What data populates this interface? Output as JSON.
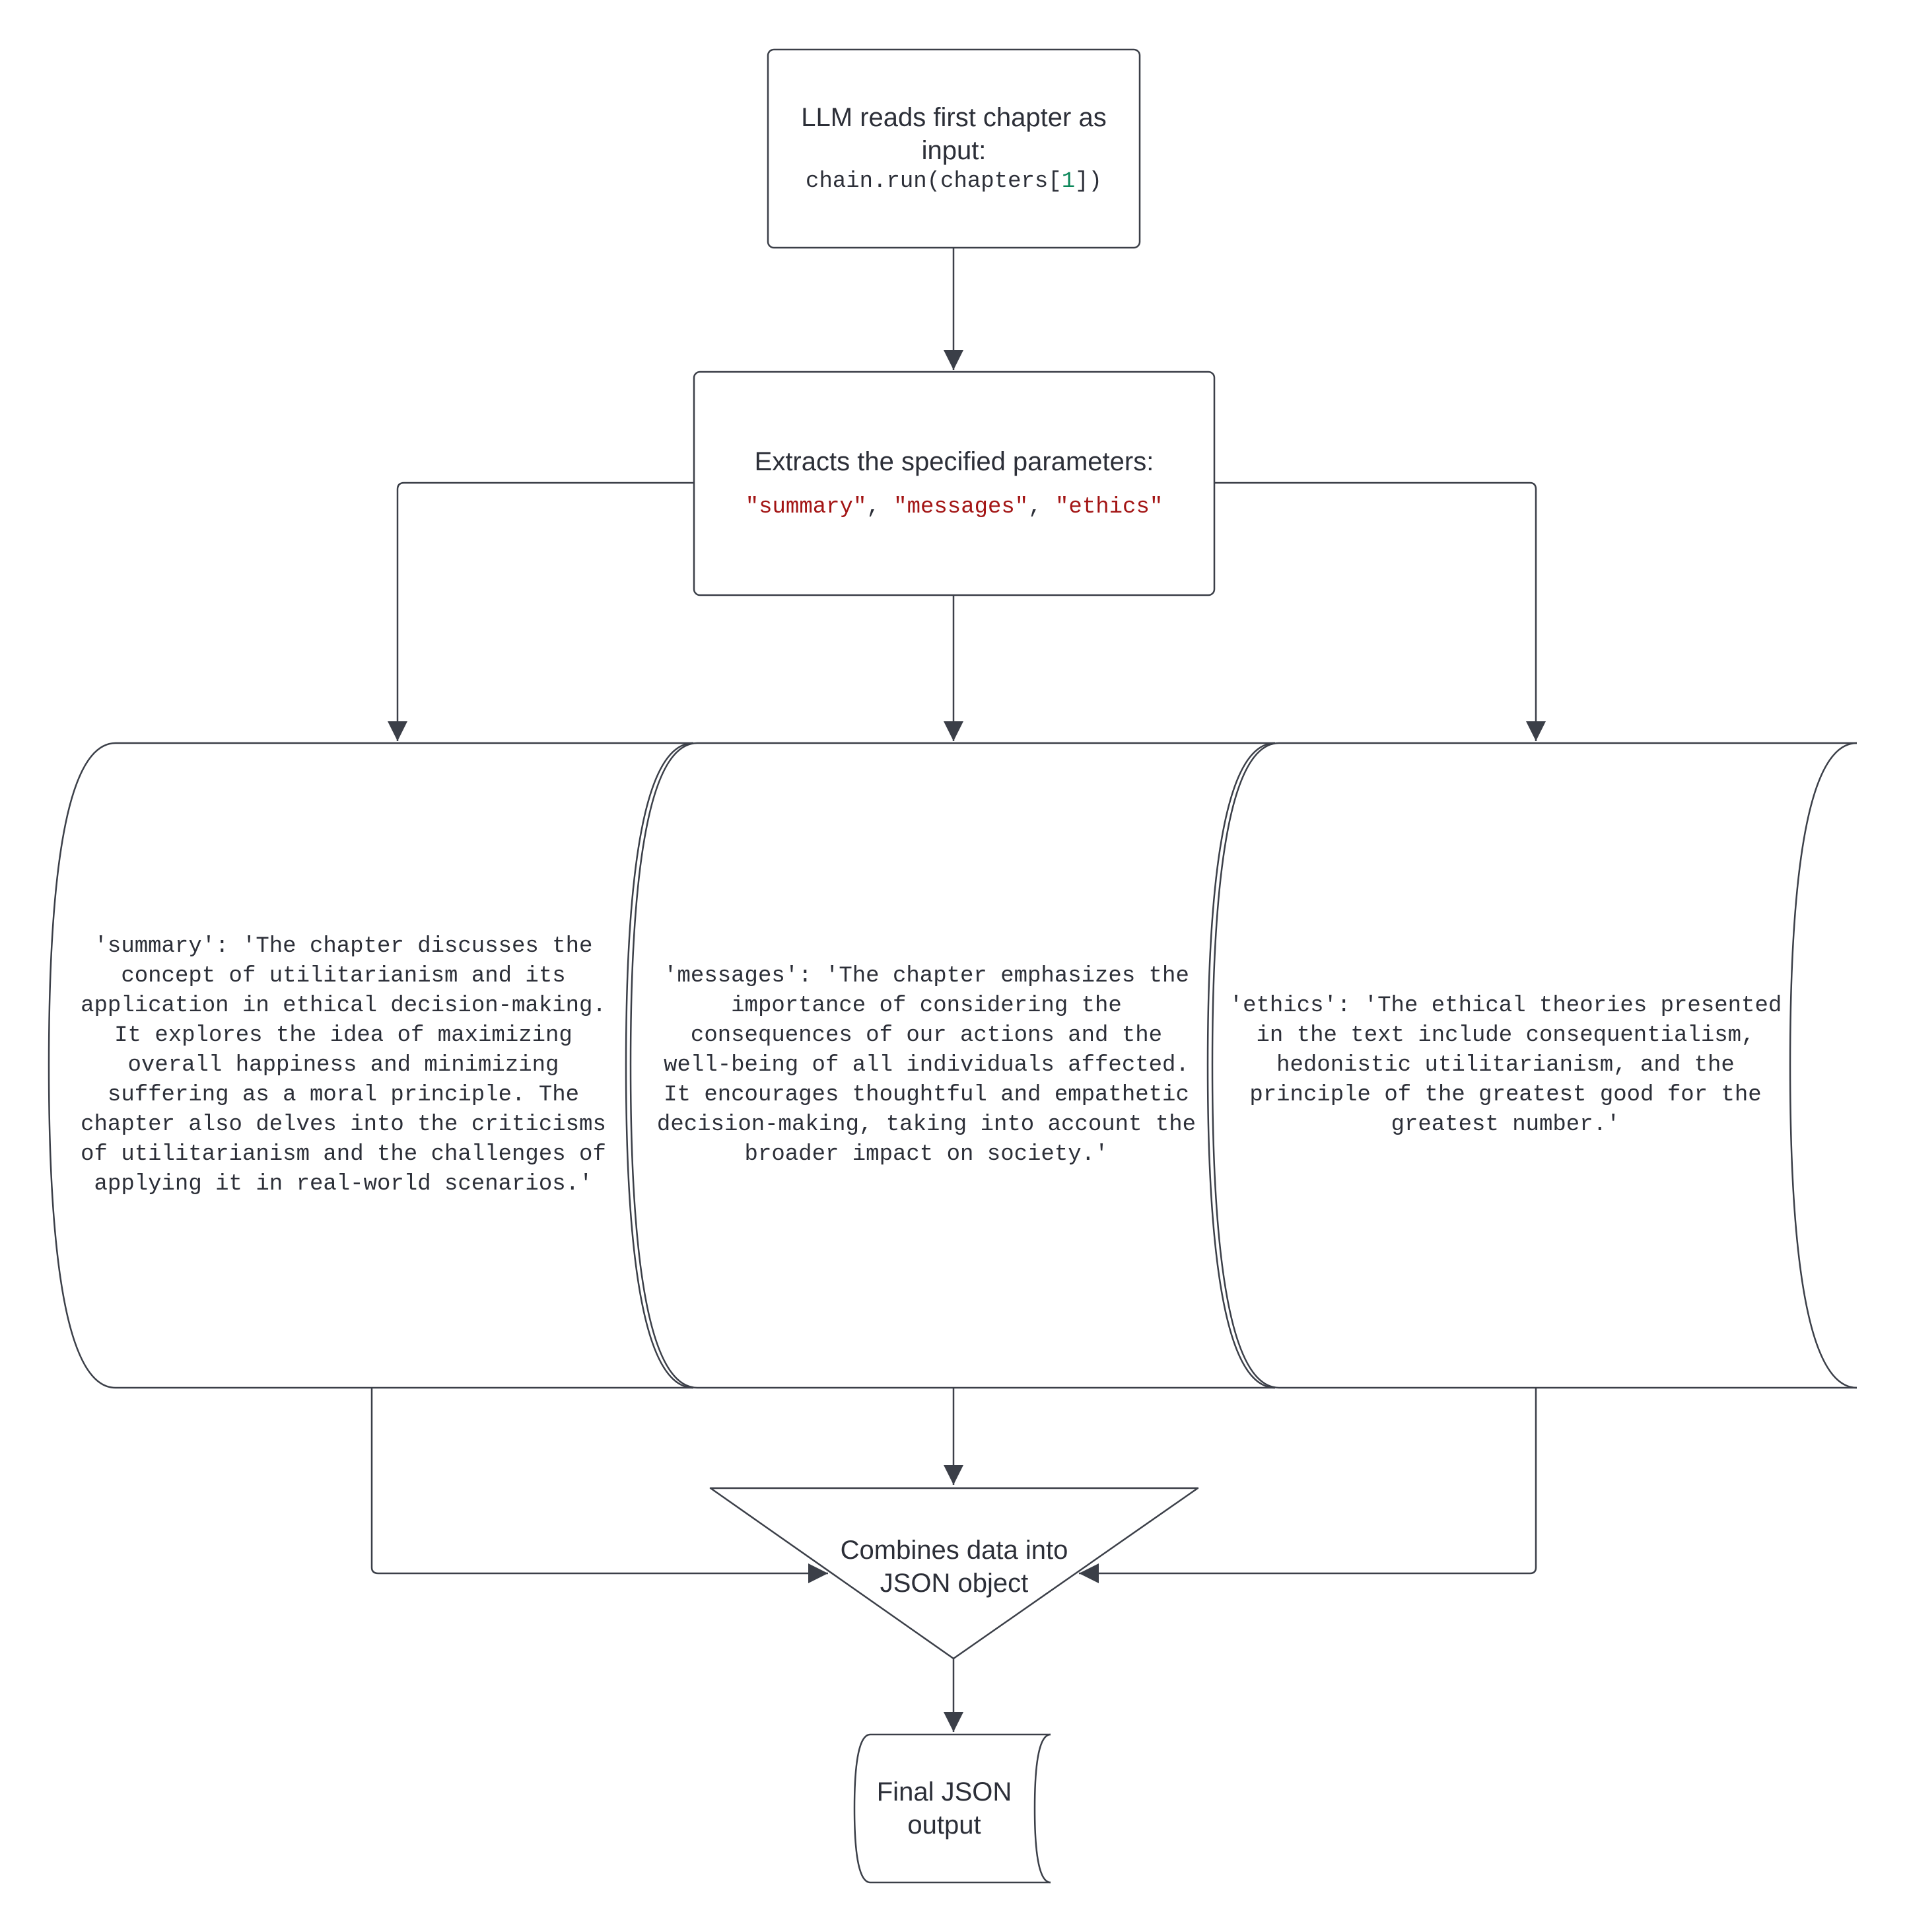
{
  "nodes": {
    "input": {
      "title": "LLM reads first chapter as input:",
      "code_prefix": "chain.run(chapters[",
      "code_index": "1",
      "code_suffix": "])"
    },
    "extract": {
      "title": "Extracts the specified parameters:",
      "params": [
        "\"summary\"",
        "\"messages\"",
        "\"ethics\""
      ],
      "separator": ", "
    },
    "summary": {
      "text": "'summary': 'The chapter discusses the\nconcept of utilitarianism and its\napplication in ethical decision-making.\nIt explores the idea of maximizing\noverall happiness and minimizing\nsuffering as a moral principle. The\nchapter also delves into the criticisms\nof utilitarianism and the challenges of\napplying it in real-world scenarios.'"
    },
    "messages": {
      "text": "'messages': 'The chapter emphasizes the\nimportance of considering the\nconsequences of our actions and the\nwell-being of all individuals affected.\nIt encourages thoughtful and empathetic\ndecision-making, taking into account the\nbroader impact on society.'"
    },
    "ethics": {
      "text": "'ethics': 'The ethical theories presented\nin the text include consequentialism,\nhedonistic utilitarianism, and the\nprinciple of the greatest good for the\ngreatest number.'"
    },
    "combine": {
      "text": "Combines data into JSON object"
    },
    "output": {
      "text": "Final JSON output"
    }
  },
  "colors": {
    "stroke": "#3b3f48",
    "text": "#2c2f38",
    "string_literal": "#a31515",
    "number_literal": "#098658"
  }
}
